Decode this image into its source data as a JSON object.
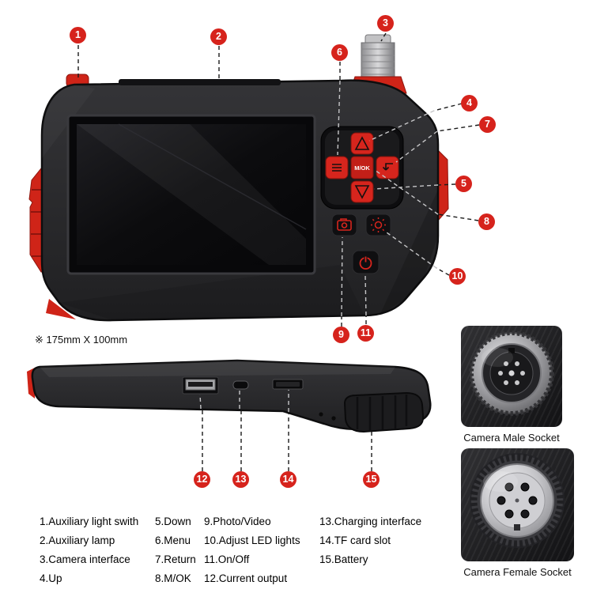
{
  "size_note": "※ 175mm X 100mm",
  "callouts": {
    "c1": "1",
    "c2": "2",
    "c3": "3",
    "c4": "4",
    "c5": "5",
    "c6": "6",
    "c7": "7",
    "c8": "8",
    "c9": "9",
    "c10": "10",
    "c11": "11",
    "c12": "12",
    "c13": "13",
    "c14": "14",
    "c15": "15"
  },
  "device": {
    "ok_key_label": "M/OK"
  },
  "photos": {
    "male_label": "Camera Male Socket",
    "female_label": "Camera Female Socket"
  },
  "legend": {
    "col1": [
      "1.Auxiliary light swith",
      "2.Auxiliary lamp",
      "3.Camera interface",
      "4.Up"
    ],
    "col2": [
      "5.Down",
      "6.Menu",
      "7.Return",
      "8.M/OK"
    ],
    "col3": [
      "9.Photo/Video",
      "10.Adjust LED lights",
      "11.On/Off",
      "12.Current output"
    ],
    "col4": [
      "13.Charging interface",
      "14.TF card slot",
      "15.Battery"
    ]
  },
  "colors": {
    "accent": "#d6231c",
    "body": "#2a2a2c",
    "grip_red": "#cf2418"
  }
}
